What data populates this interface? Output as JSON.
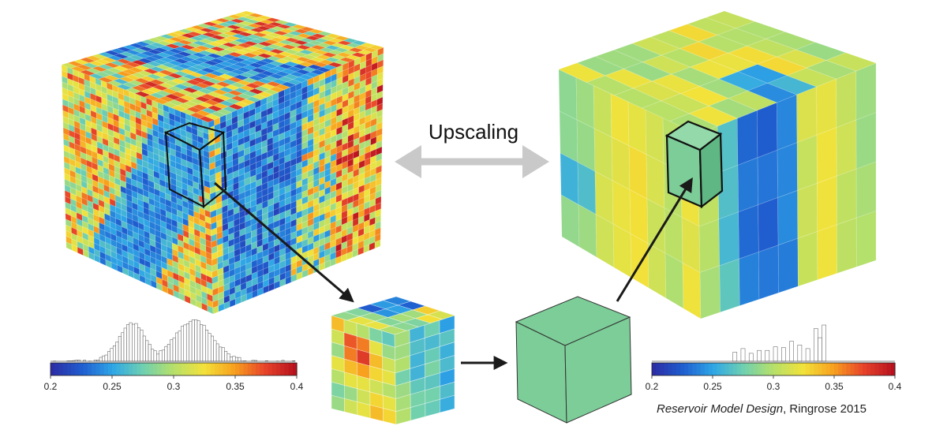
{
  "label": "Upscaling",
  "citation": {
    "title": "Reservoir Model Design",
    "rest": ", Ringrose 2015"
  },
  "colorbar_ticks": [
    "0.2",
    "0.25",
    "0.3",
    "0.35",
    "0.4"
  ],
  "colors": {
    "jet": [
      "#2b2ea6",
      "#1f5fd0",
      "#2fa7e6",
      "#6fd0b0",
      "#b6e06a",
      "#f2e23a",
      "#f7a11e",
      "#e8452a",
      "#b8121f"
    ],
    "coarse_cell": "#7ccd98",
    "arrow_gray": "#c9c9c9",
    "arrow_black": "#1a1a1a"
  },
  "icons": [
    "double-headed-arrow-icon",
    "arrow-icon"
  ]
}
